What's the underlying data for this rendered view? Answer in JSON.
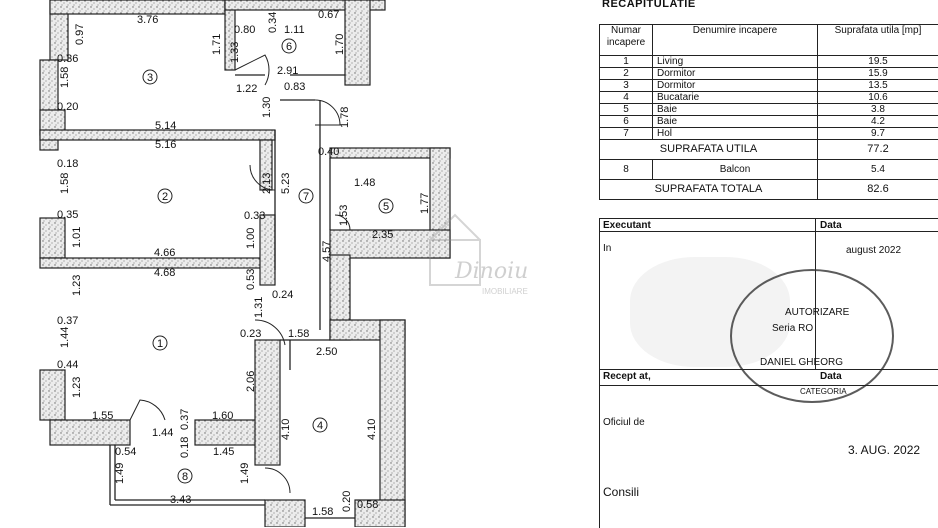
{
  "floor_plan": {
    "dimensions": {
      "d376": "3.76",
      "d097": "0.97",
      "d036": "0.36",
      "d158a": "1.58",
      "d020": "0.20",
      "d171": "1.71",
      "d080": "0.80",
      "d034": "0.34",
      "d111": "1.11",
      "d067": "0.67",
      "d170": "1.70",
      "d133": "1.33",
      "d291": "2.91",
      "d122": "1.22",
      "d083": "0.83",
      "d130": "1.30",
      "d178": "1.78",
      "d514": "5.14",
      "d516": "5.16",
      "d018": "0.18",
      "d158b": "1.58",
      "d040": "0.40",
      "d213": "2.13",
      "d523": "5.23",
      "d148": "1.48",
      "d153": "1.53",
      "d177": "1.77",
      "d235": "2.35",
      "d033": "0.33",
      "d035": "0.35",
      "d101": "1.01",
      "d100": "1.00",
      "d466": "4.66",
      "d468": "4.68",
      "d457": "4.57",
      "d053": "0.53",
      "d123a": "1.23",
      "d037": "0.37",
      "d144": "1.44",
      "d044": "0.44",
      "d123b": "1.23",
      "d131": "1.31",
      "d024": "0.24",
      "d023": "0.23",
      "d158c": "1.58",
      "d250": "2.50",
      "d206": "2.06",
      "d155": "1.55",
      "d160": "1.60",
      "d037b": "0.37",
      "d410a": "4.10",
      "d410b": "4.10",
      "d144b": "1.44",
      "d018b": "0.18",
      "d054": "0.54",
      "d145": "1.45",
      "d149a": "1.49",
      "d149b": "1.49",
      "d343": "3.43",
      "d158d": "1.58",
      "d020b": "0.20",
      "d058": "0.58"
    },
    "room_numbers": [
      "1",
      "2",
      "3",
      "4",
      "5",
      "6",
      "7",
      "8"
    ]
  },
  "watermark": {
    "brand": "Dinoiu",
    "sub": "IMOBILIARE"
  },
  "recap": {
    "title": "RECAPITULATIE",
    "headers": {
      "nr": "Numar incapere",
      "name": "Denumire incapere",
      "area": "Suprafata utila [mp]"
    },
    "rows": [
      {
        "nr": "1",
        "name": "Living",
        "area": "19.5"
      },
      {
        "nr": "2",
        "name": "Dormitor",
        "area": "15.9"
      },
      {
        "nr": "3",
        "name": "Dormitor",
        "area": "13.5"
      },
      {
        "nr": "4",
        "name": "Bucatarie",
        "area": "10.6"
      },
      {
        "nr": "5",
        "name": "Baie",
        "area": "3.8"
      },
      {
        "nr": "6",
        "name": "Baie",
        "area": "4.2"
      },
      {
        "nr": "7",
        "name": "Hol",
        "area": "9.7"
      }
    ],
    "util_label": "SUPRAFATA UTILA",
    "util_value": "77.2",
    "balcon": {
      "nr": "8",
      "name": "Balcon",
      "area": "5.4"
    },
    "total_label": "SUPRAFATA TOTALA",
    "total_value": "82.6",
    "executant": "Executant",
    "data_label": "Data",
    "exec_name": "In",
    "exec_date": "august 2022",
    "stamp_lines": [
      "AUTORIZARE",
      "Seria RO",
      "DANIEL GHEORG",
      "CATEGORIA"
    ],
    "receptie": "Recept   at,",
    "data2": "Data",
    "oficiul": "Oficiul de",
    "consili": "Consili",
    "aug_date": "3. AUG. 2022"
  }
}
